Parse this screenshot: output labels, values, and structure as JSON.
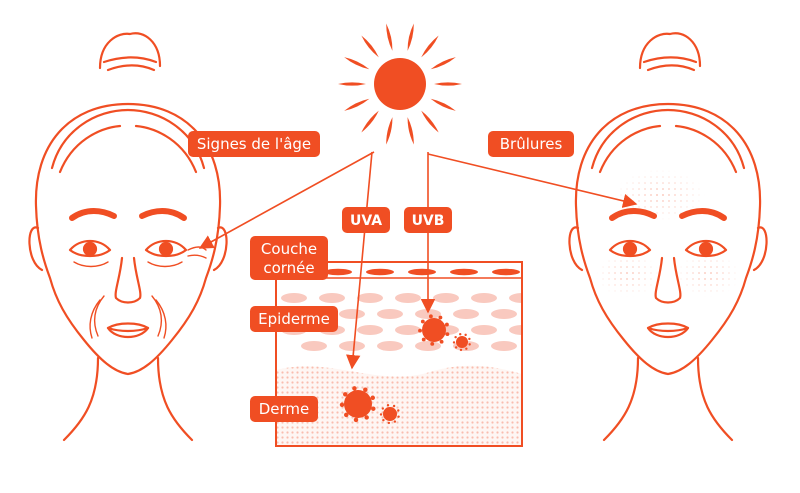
{
  "labels": {
    "aging": "Signes de l'âge",
    "burns": "Brûlures",
    "uva": "UVA",
    "uvb": "UVB",
    "stratum_line1": "Couche",
    "stratum_line2": "cornée",
    "epidermis": "Epiderme",
    "dermis": "Derme"
  },
  "colors": {
    "accent": "#f04e23",
    "pink": "#f9c9bf",
    "light_pink": "#fde4de",
    "white": "#ffffff"
  },
  "icons": [
    "sun-icon"
  ]
}
